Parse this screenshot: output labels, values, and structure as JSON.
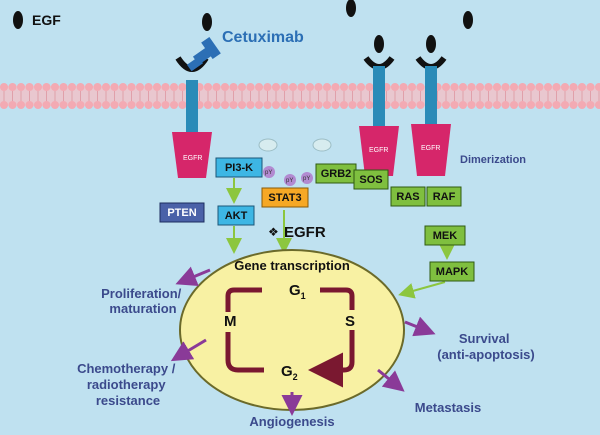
{
  "legend": {
    "egf_label": "EGF"
  },
  "drug": {
    "label": "Cetuximab"
  },
  "receptors": {
    "label": "EGFR",
    "dimerization_label": "Dimerization"
  },
  "phospho": {
    "label": "pY"
  },
  "nodes": {
    "pi3k": "PI3-K",
    "akt": "AKT",
    "pten": "PTEN",
    "stat3": "STAT3",
    "grb2": "GRB2",
    "sos": "SOS",
    "ras": "RAS",
    "raf": "RAF",
    "mek": "MEK",
    "mapk": "MAPK"
  },
  "egfr_note": {
    "bullet": "❖",
    "label": "EGFR"
  },
  "nucleus": {
    "title": "Gene transcription",
    "cycle": {
      "g1": "G",
      "g1_sub": "1",
      "s": "S",
      "g2": "G",
      "g2_sub": "2",
      "m": "M"
    }
  },
  "outcomes": {
    "proliferation_1": "Proliferation/",
    "proliferation_2": "maturation",
    "chemo_1": "Chemotherapy /",
    "chemo_2": "radiotherapy",
    "chemo_3": "resistance",
    "angiogenesis": "Angiogenesis",
    "metastasis": "Metastasis",
    "survival_1": "Survival",
    "survival_2": "(anti-apoptosis)"
  },
  "colors": {
    "background": "#bfe1f0",
    "membrane_head": "#f3aab3",
    "receptor": "#d6266a",
    "receptor_stem": "#2a8bb8",
    "drug": "#2c6fb5",
    "node_blue": "#3db6e4",
    "node_navy": "#4a61a8",
    "node_green": "#7fbf3f",
    "node_orange": "#f6a825",
    "nucleus_fill": "#f8f1a3",
    "cycle": "#7a1830",
    "outcome_arrow": "#8a3a98",
    "text_blue": "#3b4a8c"
  }
}
